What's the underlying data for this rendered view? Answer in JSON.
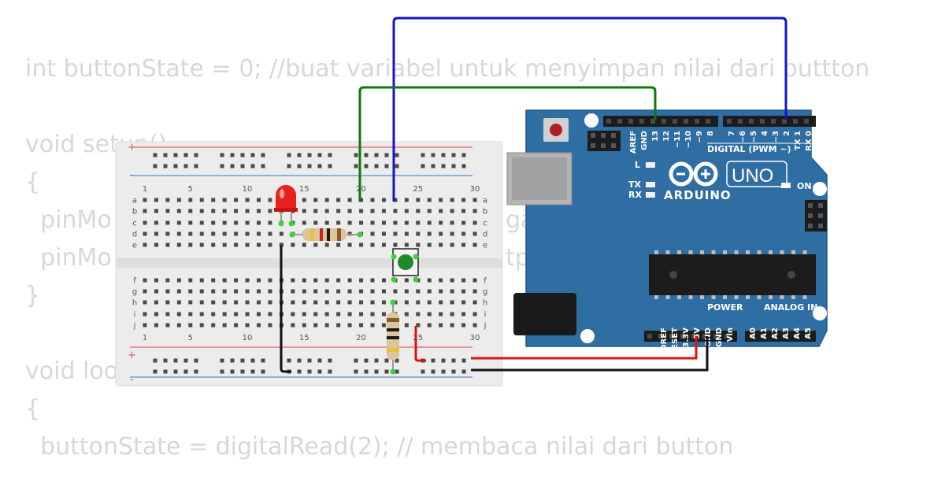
{
  "code_lines": [
    "int buttonState = 0; //buat variabel untuk menyimpan nilai dari buttton",
    "",
    "void setup()",
    "{",
    "  pinMo",
    "  pinMo",
    "}",
    "",
    "void loop",
    "{",
    "  buttonState = digitalRead(2); // membaca nilai dari button"
  ],
  "code_fragments": [
    "ga",
    "tp"
  ],
  "breadboard": {
    "column_numbers_top": [
      "1",
      "5",
      "10",
      "15",
      "20",
      "25",
      "30"
    ],
    "column_numbers_bottom": [
      "1",
      "5",
      "10",
      "15",
      "20",
      "25",
      "30"
    ],
    "rows_top": [
      "a",
      "b",
      "c",
      "d",
      "e"
    ],
    "rows_bottom": [
      "f",
      "g",
      "h",
      "i",
      "j"
    ],
    "plus": "+",
    "minus": "-"
  },
  "arduino": {
    "brand": "ARDUINO",
    "model": "UNO",
    "digital_header": "DIGITAL (PWM ~)",
    "digital_pins": [
      "AREF",
      "GND",
      "13",
      "12",
      "~11",
      "~10",
      "~9",
      "8",
      "7",
      "~6",
      "~5",
      "4",
      "~3",
      "2",
      "TX 1",
      "RX 0"
    ],
    "led_l": "L",
    "led_tx": "TX",
    "led_rx": "RX",
    "led_on": "ON",
    "power_header": "POWER",
    "analog_header": "ANALOG IN",
    "power_pins": [
      "IOREF",
      "RESET",
      "3.3V",
      "5V",
      "GND",
      "GND",
      "Vin"
    ],
    "analog_pins": [
      "A0",
      "A1",
      "A2",
      "A3",
      "A4",
      "A5"
    ]
  },
  "colors": {
    "wire_blue": "#1414c8",
    "wire_green": "#0a7a0a",
    "wire_red": "#e01010",
    "wire_black": "#111111",
    "arduino_board": "#2f6ea3",
    "led_red": "#e82020",
    "button_green": "#1f8a2a"
  }
}
